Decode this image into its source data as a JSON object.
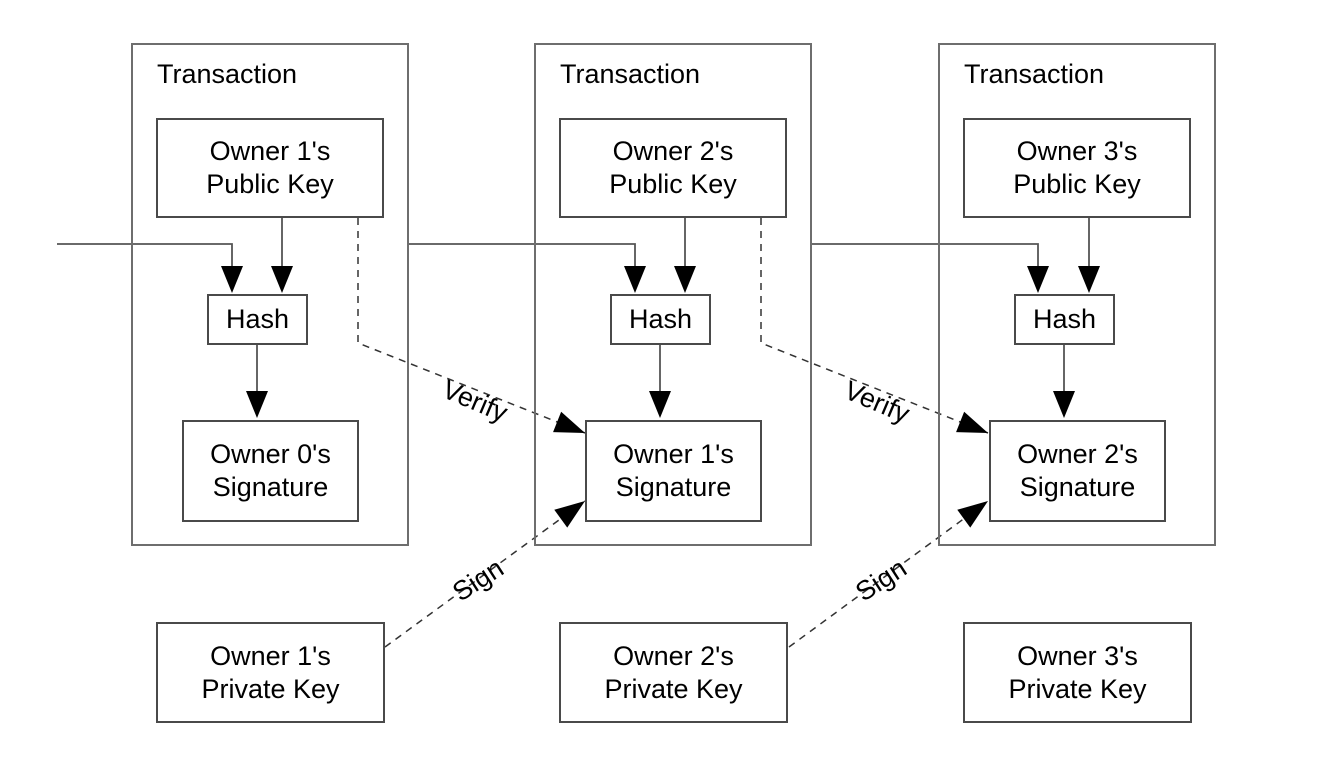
{
  "colors": {
    "background": "#ffffff",
    "outer_border": "#6e6e6e",
    "box_border": "#4a4a4a",
    "line": "#555555",
    "arrow": "#000000",
    "text": "#000000"
  },
  "transactions": [
    {
      "title": "Transaction",
      "public_key": {
        "line1": "Owner 1's",
        "line2": "Public Key"
      },
      "hash": "Hash",
      "signature": {
        "line1": "Owner 0's",
        "line2": "Signature"
      }
    },
    {
      "title": "Transaction",
      "public_key": {
        "line1": "Owner 2's",
        "line2": "Public Key"
      },
      "hash": "Hash",
      "signature": {
        "line1": "Owner 1's",
        "line2": "Signature"
      }
    },
    {
      "title": "Transaction",
      "public_key": {
        "line1": "Owner 3's",
        "line2": "Public Key"
      },
      "hash": "Hash",
      "signature": {
        "line1": "Owner 2's",
        "line2": "Signature"
      }
    }
  ],
  "private_keys": [
    {
      "line1": "Owner 1's",
      "line2": "Private Key"
    },
    {
      "line1": "Owner 2's",
      "line2": "Private Key"
    },
    {
      "line1": "Owner 3's",
      "line2": "Private Key"
    }
  ],
  "connectors": {
    "verify": [
      "Verify",
      "Verify"
    ],
    "sign": [
      "Sign",
      "Sign"
    ]
  }
}
